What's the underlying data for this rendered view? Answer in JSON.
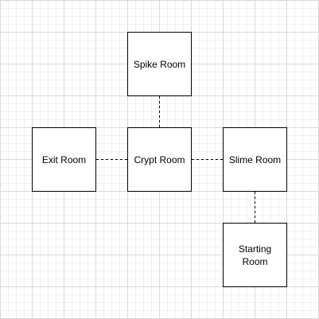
{
  "diagram": {
    "rooms": {
      "spike": "Spike Room",
      "exit": "Exit Room",
      "crypt": "Crypt Room",
      "slime": "Slime Room",
      "starting": "Starting Room"
    },
    "connections": [
      {
        "from": "spike",
        "to": "crypt"
      },
      {
        "from": "exit",
        "to": "crypt"
      },
      {
        "from": "crypt",
        "to": "slime"
      },
      {
        "from": "slime",
        "to": "starting"
      }
    ],
    "colors": {
      "background": "#ffffff",
      "grid_major": "#d9d9d9",
      "grid_minor": "#f0f0f0",
      "stroke": "#000000"
    }
  }
}
